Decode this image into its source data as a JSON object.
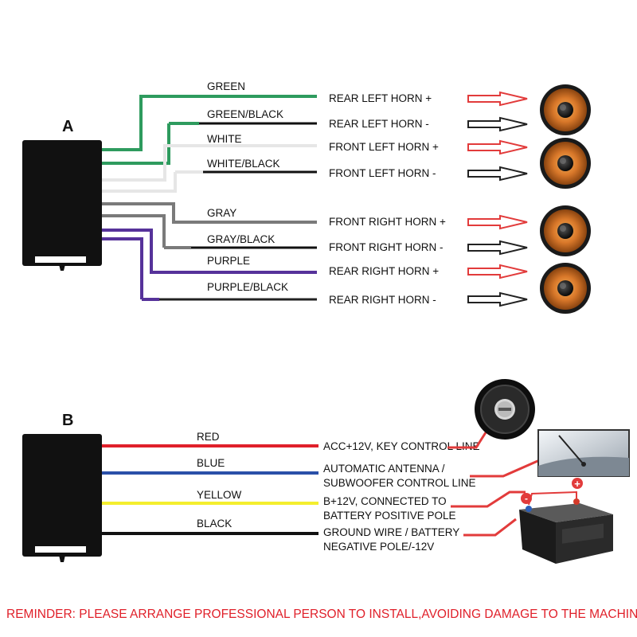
{
  "colors": {
    "green": "#2e9b5e",
    "white_wire": "#e6e6e6",
    "gray": "#7a7a7a",
    "purple": "#56329a",
    "black": "#111111",
    "red": "#e0202a",
    "blue": "#2a4fa8",
    "yellow": "#f4ee2e",
    "positive_arrow": "#e23b3b",
    "negative_arrow": "#222222"
  },
  "section_a": {
    "letter": "A",
    "wires": [
      {
        "label": "GREEN",
        "destination": "REAR LEFT HORN +"
      },
      {
        "label": "GREEN/BLACK",
        "destination": "REAR LEFT HORN -"
      },
      {
        "label": "WHITE",
        "destination": "FRONT LEFT HORN +"
      },
      {
        "label": "WHITE/BLACK",
        "destination": "FRONT LEFT HORN -"
      },
      {
        "label": "GRAY",
        "destination": "FRONT RIGHT HORN +"
      },
      {
        "label": "GRAY/BLACK",
        "destination": "FRONT RIGHT HORN -"
      },
      {
        "label": "PURPLE",
        "destination": "REAR RIGHT HORN +"
      },
      {
        "label": "PURPLE/BLACK",
        "destination": "REAR RIGHT HORN -"
      }
    ],
    "speaker_icon": "speaker-icon"
  },
  "section_b": {
    "letter": "B",
    "wires": [
      {
        "label": "RED",
        "dest_line1": "ACC+12V, KEY CONTROL LINE",
        "dest_line2": "",
        "dest_color": "#e0202a"
      },
      {
        "label": "BLUE",
        "dest_line1": "AUTOMATIC ANTENNA /",
        "dest_line2": "SUBWOOFER CONTROL LINE",
        "dest_color": "#2a4fa8"
      },
      {
        "label": "YELLOW",
        "dest_line1": "B+12V, CONNECTED TO",
        "dest_line2": "BATTERY POSITIVE POLE",
        "dest_color": "#e8d21a"
      },
      {
        "label": "BLACK",
        "dest_line1": "GROUND WIRE / BATTERY",
        "dest_line2": "NEGATIVE POLE/-12V",
        "dest_color": "#111111"
      }
    ],
    "battery_plus": "+",
    "battery_minus": "-"
  },
  "reminder": "REMINDER: PLEASE ARRANGE PROFESSIONAL PERSON TO INSTALL,AVOIDING DAMAGE TO THE MACHINE!"
}
